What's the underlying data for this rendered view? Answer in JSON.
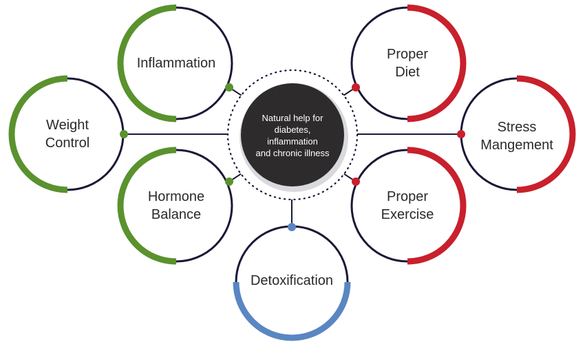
{
  "center": {
    "lines": [
      "Natural help for",
      "diabetes,",
      "inflammation",
      "and chronic illness"
    ]
  },
  "colors": {
    "green": "#5a922e",
    "red": "#c8202c",
    "blue": "#5a86c2",
    "navy": "#1a1836",
    "center_fill": "#2d2b2b",
    "shadow": "#d9d9de"
  },
  "nodes": [
    {
      "id": "inflammation",
      "lines": [
        "Inflammation"
      ],
      "color": "green"
    },
    {
      "id": "weight-control",
      "lines": [
        "Weight",
        "Control"
      ],
      "color": "green"
    },
    {
      "id": "hormone-balance",
      "lines": [
        "Hormone",
        "Balance"
      ],
      "color": "green"
    },
    {
      "id": "detoxification",
      "lines": [
        "Detoxification"
      ],
      "color": "blue"
    },
    {
      "id": "proper-diet",
      "lines": [
        "Proper",
        "Diet"
      ],
      "color": "red"
    },
    {
      "id": "stress-mangement",
      "lines": [
        "Stress",
        "Mangement"
      ],
      "color": "red"
    },
    {
      "id": "proper-exercise",
      "lines": [
        "Proper",
        "Exercise"
      ],
      "color": "red"
    }
  ]
}
